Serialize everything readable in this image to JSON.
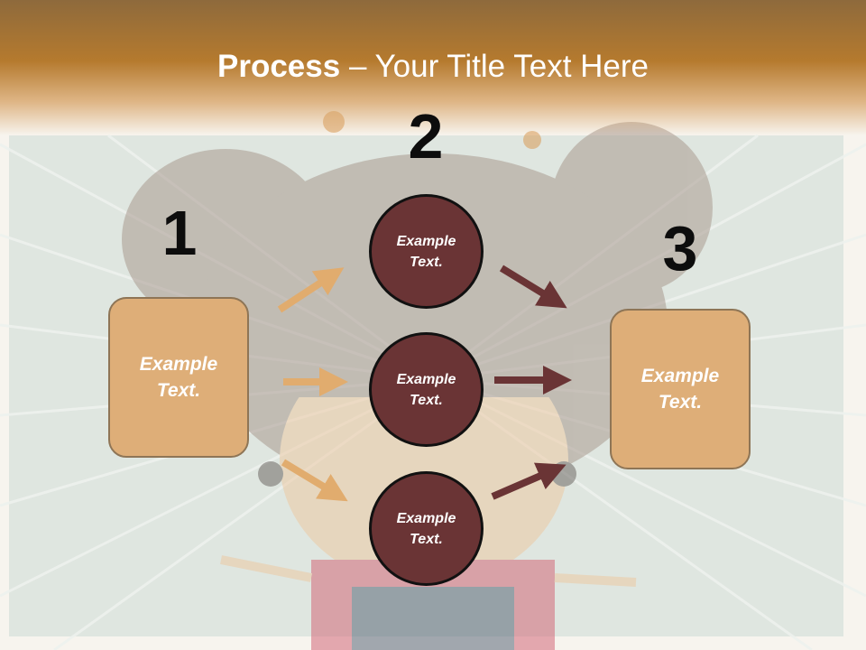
{
  "slide": {
    "title_bold": "Process",
    "title_rest": " – Your Title Text Here"
  },
  "steps": {
    "one": "1",
    "two": "2",
    "three": "3"
  },
  "boxes": {
    "left_text": "Example Text.",
    "right_text": "Example Text."
  },
  "circles": [
    {
      "text": "Example Text."
    },
    {
      "text": "Example Text."
    },
    {
      "text": "Example Text."
    }
  ],
  "colors": {
    "header": "#b57a2e",
    "box_fill": "#deae78",
    "circle_fill": "#6a3435",
    "arrow_light": "#e1ac6e",
    "arrow_dark": "#6a3435"
  }
}
